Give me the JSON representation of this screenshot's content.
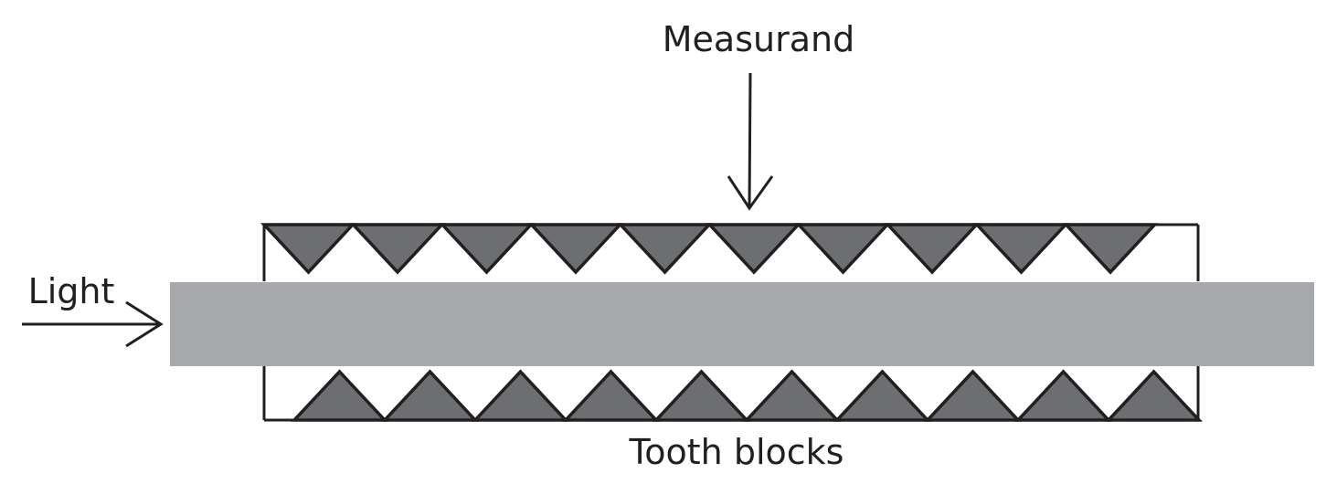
{
  "labels": {
    "measurand": "Measurand",
    "light": "Light",
    "tooth_blocks": "Tooth blocks"
  },
  "colors": {
    "tooth_fill": "#6d6e71",
    "fiber_fill": "#a7a9ac",
    "line": "#231f20"
  },
  "teeth": {
    "top_count": 10,
    "bottom_count": 10
  }
}
